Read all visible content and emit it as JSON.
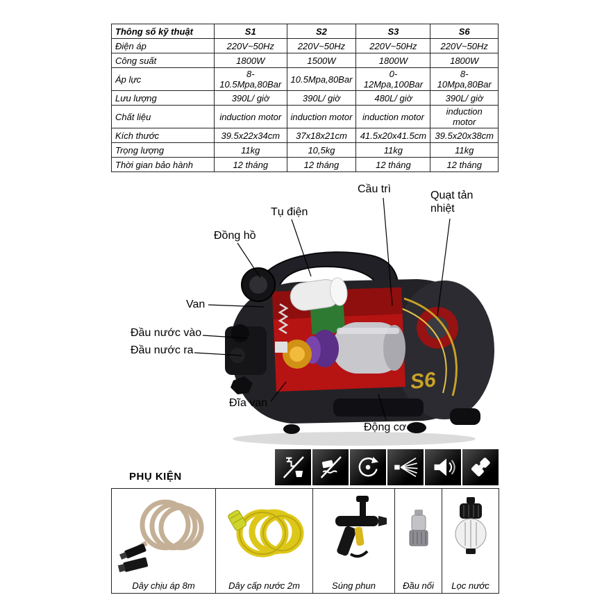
{
  "spec_table": {
    "header": [
      "Thông số kỹ thuật",
      "S1",
      "S2",
      "S3",
      "S6"
    ],
    "rows": [
      {
        "label": "Điện áp",
        "values": [
          "220V~50Hz",
          "220V~50Hz",
          "220V~50Hz",
          "220V~50Hz"
        ]
      },
      {
        "label": "Công suất",
        "values": [
          "1800W",
          "1500W",
          "1800W",
          "1800W"
        ]
      },
      {
        "label": "Áp lực",
        "values": [
          "8-10.5Mpa,80Bar",
          "10.5Mpa,80Bar",
          "0-12Mpa,100Bar",
          "8-10Mpa,80Bar"
        ]
      },
      {
        "label": "Lưu lượng",
        "values": [
          "390L/ giờ",
          "390L/ giờ",
          "480L/ giờ",
          "390L/ giờ"
        ]
      },
      {
        "label": "Chất liệu",
        "values": [
          "induction motor",
          "induction motor",
          "induction motor",
          "induction motor"
        ]
      },
      {
        "label": "Kích thước",
        "values": [
          "39.5x22x34cm",
          "37x18x21cm",
          "41.5x20x41.5cm",
          "39.5x20x38cm"
        ]
      },
      {
        "label": "Trọng lượng",
        "values": [
          "11kg",
          "10,5kg",
          "11kg",
          "11kg"
        ]
      },
      {
        "label": "Thời gian bảo hành",
        "values": [
          "12 tháng",
          "12 tháng",
          "12 tháng",
          "12 tháng"
        ]
      }
    ]
  },
  "diagram": {
    "labels": {
      "cau_tri": "Cầu trì",
      "quat_tan_nhiet": "Quạt tản nhiệt",
      "tu_dien": "Tụ điện",
      "dong_ho": "Đồng hồ",
      "van": "Van",
      "dau_nuoc_vao": "Đầu nước vào",
      "dau_nuoc_ra": "Đầu nước ra",
      "dia_van": "Đĩa van",
      "dong_co": "Động cơ"
    },
    "watermark": "S6"
  },
  "icon_strip": {
    "icons": [
      "no-water-source-icon",
      "no-scrub-icon",
      "auto-rotate-icon",
      "spray-jet-icon",
      "noise-icon",
      "quick-connect-icon"
    ]
  },
  "accessories": {
    "title": "PHỤ KIỆN",
    "items": [
      {
        "label": "Dây chịu áp 8m"
      },
      {
        "label": "Dây cấp nước 2m"
      },
      {
        "label": "Súng phun"
      },
      {
        "label": "Đầu nối"
      },
      {
        "label": "Lọc nước"
      }
    ]
  },
  "colors": {
    "cutaway_red": "#b61313",
    "gold_stripe": "#c9a227",
    "pressure_hose_tan": "#c4b096",
    "water_hose_yellow": "#ddc718"
  }
}
